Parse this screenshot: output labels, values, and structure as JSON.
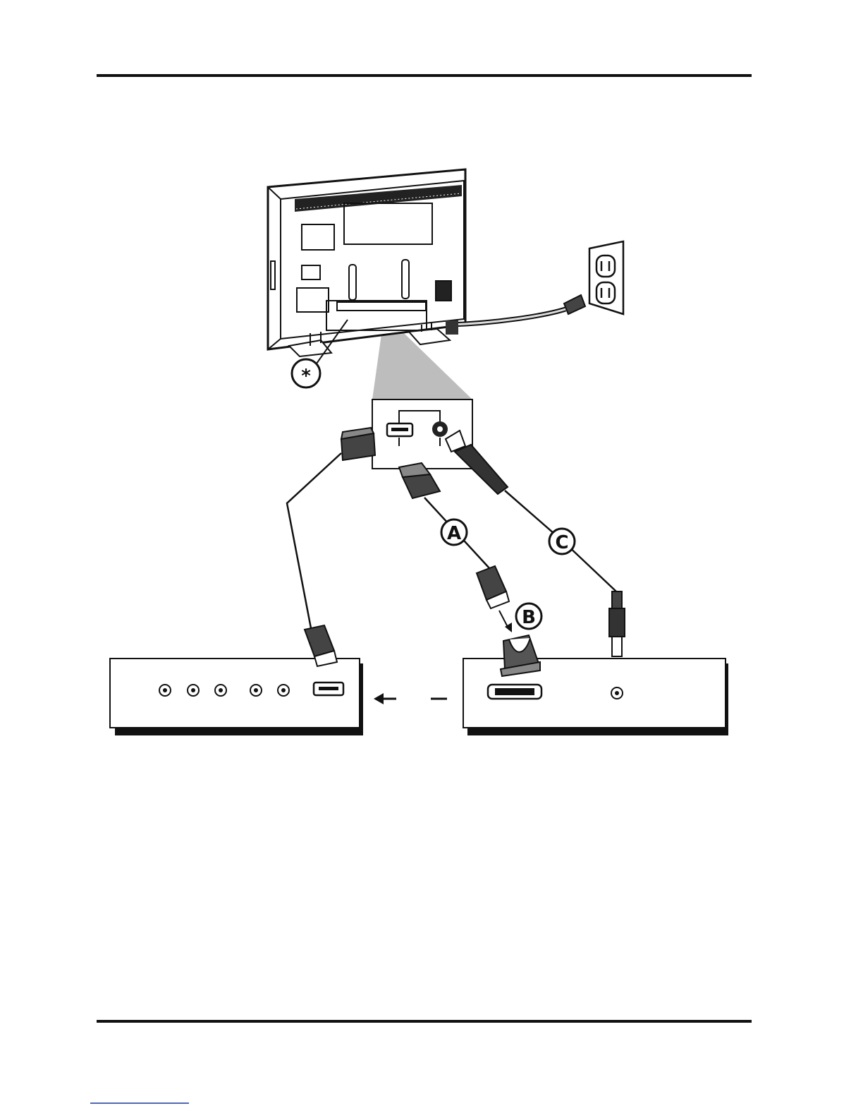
{
  "callouts": {
    "star": "*",
    "a": "A",
    "b": "B",
    "c": "C"
  },
  "icons": {
    "tv": "tv-back-icon",
    "outlet": "power-outlet-icon",
    "hdmi": "hdmi-plug-icon",
    "rca": "rca-plug-icon",
    "dvi": "dvi-adapter-icon",
    "arrow": "arrow-left-icon"
  },
  "colors": {
    "ink": "#111111",
    "zoom": "#bdbdbd",
    "link": "#4a67c7"
  }
}
